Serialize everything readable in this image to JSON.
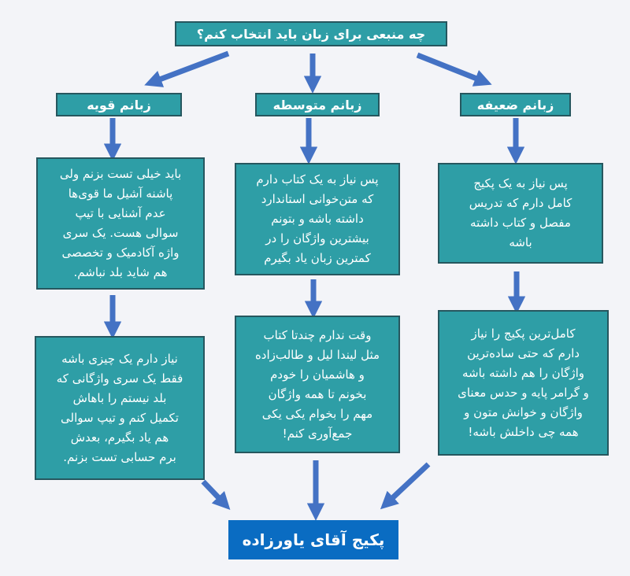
{
  "title": "چه منبعی برای زبان باید انتخاب کنم؟",
  "columns": [
    {
      "header": "زبانم قویه",
      "step1": "باید خیلی تست بزنم ولی\nپاشنه آشیل ما قوی‌ها\nعدم آشنایی با تیپ\nسوالی هست. یک سری\nواژه آکادمیک و تخصصی\nهم شاید بلد نباشم.",
      "step2": "نیاز دارم یک چیزی باشه\nفقط یک سری واژگانی که\nبلد نیستم را باهاش\nتکمیل کنم و تیپ سوالی\nهم یاد بگیرم، بعدش\nبرم حسابی تست بزنم."
    },
    {
      "header": "زبانم متوسطه",
      "step1": "پس نیاز به یک کتاب دارم\nکه متن‌خوانی استاندارد\nداشته باشه و بتونم\nبیشترین واژگان را در\nکمترین زبان یاد بگیرم",
      "step2": "وقت ندارم چندتا کتاب\nمثل لیندا لیل و طالب‌زاده\nو هاشمیان را خودم\nبخونم تا همه واژگان\nمهم را بخوام یکی یکی\nجمع‌آوری کنم!"
    },
    {
      "header": "زبانم ضعیفه",
      "step1": "پس نیاز به یک پکیج\nکامل دارم که تدریس\nمفصل و کتاب داشته\nباشه",
      "step2": "کامل‌ترین پکیج را نیاز\nدارم که حتی ساده‌ترین\nواژگان را هم داشته باشه\nو گرامر پایه و حدس معنای\nواژگان و خوانش متون و\nهمه چی داخلش باشه!"
    }
  ],
  "final": "پکیج آقای یاورزاده",
  "colors": {
    "box": "#2e9ea6",
    "border": "#26575f",
    "arrow": "#4472c4",
    "final": "#0a6cc2"
  }
}
